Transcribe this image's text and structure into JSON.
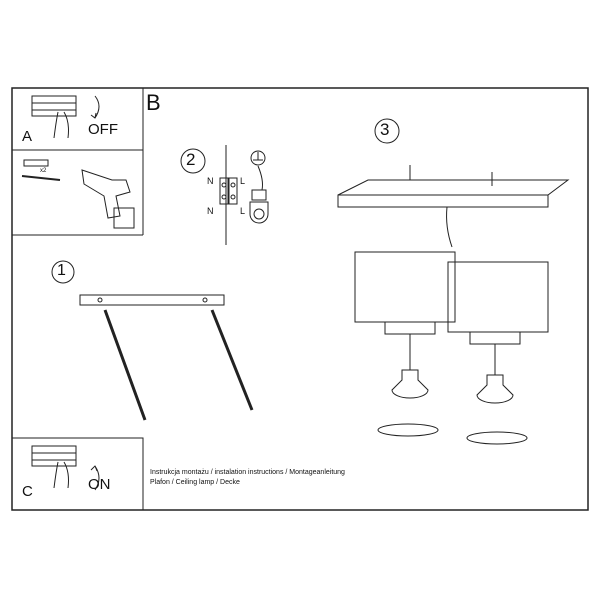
{
  "panels": {
    "a": {
      "letter": "A",
      "label": "OFF"
    },
    "b": {
      "letter": "B"
    },
    "c": {
      "letter": "C",
      "label": "ON"
    },
    "drill": {
      "quantity": "x2"
    }
  },
  "steps": {
    "step1": "1",
    "step2": "2",
    "step3": "3"
  },
  "wiring": {
    "n_top": "N",
    "l_top": "L",
    "n_bottom": "N",
    "l_bottom": "L"
  },
  "caption": {
    "line1": "Instrukcja montażu / instalation instructions / Montageanleitung",
    "line2": "Plafon / Ceiling lamp / Decke"
  }
}
